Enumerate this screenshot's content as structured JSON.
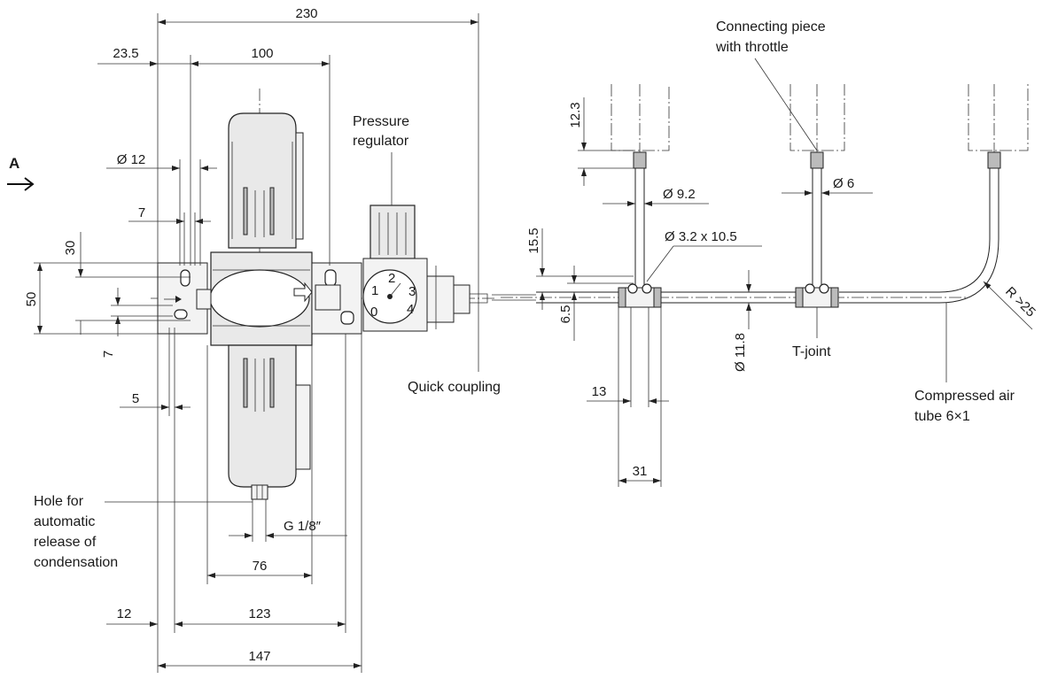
{
  "view_label": "A",
  "dimensions": {
    "d230": "230",
    "d23_5": "23.5",
    "d100": "100",
    "d_12": "Ø 12",
    "d7a": "7",
    "d30": "30",
    "d50": "50",
    "d7b": "7",
    "d5": "5",
    "d_g18": "G 1/8″",
    "d76": "76",
    "d12": "12",
    "d123": "123",
    "d147": "147",
    "d12_3": "12.3",
    "d_9_2": "Ø 9.2",
    "d_6": "Ø 6",
    "d15_5": "15.5",
    "d_3_2": "Ø 3.2 x 10.5",
    "d6_5": "6.5",
    "d13": "13",
    "d31": "31",
    "d_11_8": "Ø 11.8",
    "r25": "R >25"
  },
  "gauge_numbers": {
    "n0": "0",
    "n1": "1",
    "n2": "2",
    "n3": "3",
    "n4": "4"
  },
  "labels": {
    "pressure_regulator": [
      "Pressure",
      "regulator"
    ],
    "quick_coupling": "Quick coupling",
    "connecting_piece": [
      "Connecting piece",
      "with throttle"
    ],
    "t_joint": "T-joint",
    "compressed_air_tube": [
      "Compressed air",
      "tube 6×1"
    ],
    "hole_for": [
      "Hole for",
      "automatic",
      "release of",
      "condensation"
    ]
  }
}
